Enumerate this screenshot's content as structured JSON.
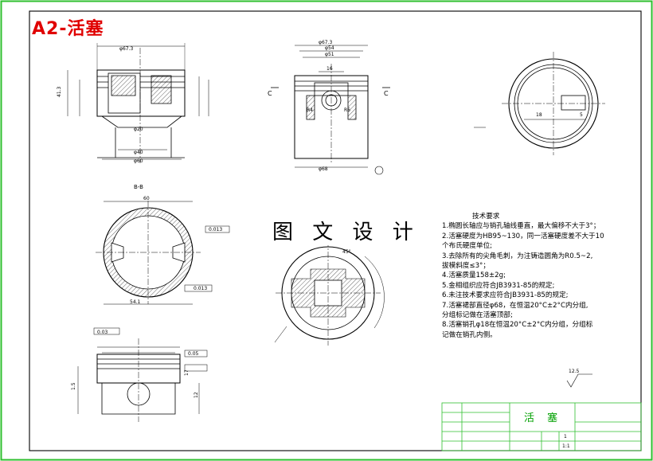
{
  "drawing": {
    "title": "A2-活塞",
    "watermark": "图 文 设 计",
    "section_label": "B-B",
    "section_mark_left": "C",
    "section_mark_right": "C"
  },
  "tech_requirements": {
    "heading": "技术要求",
    "items": [
      "1.椭圆长轴应与销孔轴线垂直，最大偏移不大于3°；",
      "2.活塞硬度为HB95~130，同一活塞硬度差不大于10",
      "个布氏硬度单位;",
      "3.去除所有的尖角毛刺，为注铸造圆角为R0.5~2,",
      "拔模斜度≤3°；",
      "4.活塞质量158±2g;",
      "5.金相组织应符合JB3931-85的规定;",
      "6.未注技术要求应符合JB3931-85的规定;",
      "7.活塞裙部直径φ68，在恒温20°C±2°C内分组,",
      "分组标记做在活塞顶部;",
      "8.活塞销孔φ18在恒温20°C±2°C内分组，分组标",
      "记做在销孔内侧。"
    ]
  },
  "title_block": {
    "part_name": "活 塞",
    "scale": "1:1",
    "count": "1",
    "roughness": "12.5"
  },
  "dimensions": {
    "top_left_dia": "φ67.3",
    "top_mid_dia": "φ67.3",
    "dia54": "φ54",
    "dia51": "φ51",
    "dim16": "16",
    "r4": "R4",
    "r6": "R6",
    "dia68": "φ68",
    "dia60": "φ60",
    "dia40": "φ40",
    "dia20": "φ20",
    "dim60": "60",
    "dim413": "41.3",
    "dim18": "18",
    "dim5": "5",
    "dim15": "1.5",
    "dim17": "17",
    "dim12": "12",
    "dim45": "45°",
    "dim541": "54.1",
    "tol1": "0.013",
    "tol2": "0.03",
    "tol3": "0.05",
    "tol4": "0.013"
  }
}
